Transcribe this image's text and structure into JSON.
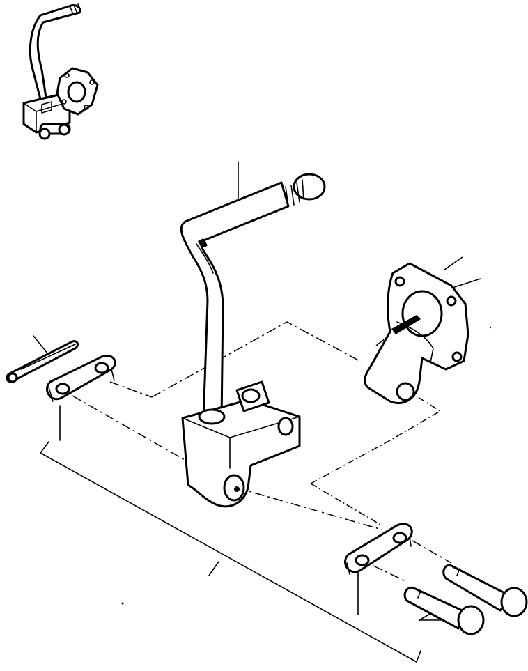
{
  "diagram": {
    "parts": [
      {
        "id": "shift-lever"
      },
      {
        "id": "lever-housing"
      },
      {
        "id": "mounting-flange"
      },
      {
        "id": "link-plate-upper"
      },
      {
        "id": "link-plate-lower"
      },
      {
        "id": "cotter-pin"
      },
      {
        "id": "clevis-pin-a"
      },
      {
        "id": "clevis-pin-b"
      }
    ]
  }
}
